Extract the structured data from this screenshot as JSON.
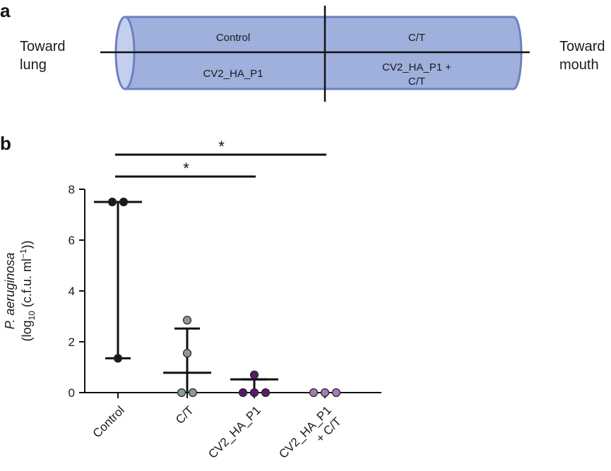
{
  "panels": {
    "a": {
      "letter": "a",
      "left_label": [
        "Toward",
        "lung"
      ],
      "right_label": [
        "Toward",
        "mouth"
      ],
      "quadrants": {
        "top_left": "Control",
        "top_right": "C/T",
        "bottom_left": "CV2_HA_P1",
        "bottom_right": [
          "CV2_HA_P1 +",
          "C/T"
        ]
      },
      "colors": {
        "tube_fill": "#9fb0dd",
        "tube_edge": "#6d80c0",
        "tube_end": "#c4cfef",
        "lines": "#111111"
      }
    },
    "b": {
      "letter": "b"
    }
  },
  "chart_data": {
    "type": "scatter",
    "ylabel_lines": [
      "P. aeruginosa",
      "(log10 (c.f.u. ml−1))"
    ],
    "ylabel_italic": "P. aeruginosa",
    "ylabel_rest": {
      "open": "(log",
      "sub": "10",
      "mid": " (c.f.u. ml",
      "sup": "−1",
      "close": "))"
    },
    "ylim": [
      0,
      8
    ],
    "yticks": [
      0,
      2,
      4,
      6,
      8
    ],
    "categories": [
      "Control",
      "C/T",
      "CV2_HA_P1",
      "CV2_HA_P1 + C/T"
    ],
    "category_labels": [
      [
        "Control"
      ],
      [
        "C/T"
      ],
      [
        "CV2_HA_P1"
      ],
      [
        "CV2_HA_P1",
        "+ C/T"
      ]
    ],
    "series": [
      {
        "category": "Control",
        "color": "#1a1a1a",
        "points": [
          7.5,
          7.5,
          1.35
        ],
        "median": 7.5,
        "range": [
          1.35,
          7.5
        ]
      },
      {
        "category": "C/T",
        "color": "#8a9a9a",
        "points": [
          2.85,
          1.55,
          0,
          0
        ],
        "median": 0.78,
        "range": [
          0,
          2.52
        ]
      },
      {
        "category": "CV2_HA_P1",
        "color": "#5a1a6a",
        "points": [
          0.7,
          0,
          0,
          0
        ],
        "median": 0.52,
        "range": [
          0,
          0.52
        ]
      },
      {
        "category": "CV2_HA_P1 + C/T",
        "color": "#a77ab5",
        "points": [
          0,
          0,
          0
        ],
        "median": null,
        "range": null
      }
    ],
    "significance": [
      {
        "from": "Control",
        "to": "CV2_HA_P1 + C/T",
        "label": "*"
      },
      {
        "from": "Control",
        "to": "CV2_HA_P1",
        "label": "*"
      }
    ]
  }
}
